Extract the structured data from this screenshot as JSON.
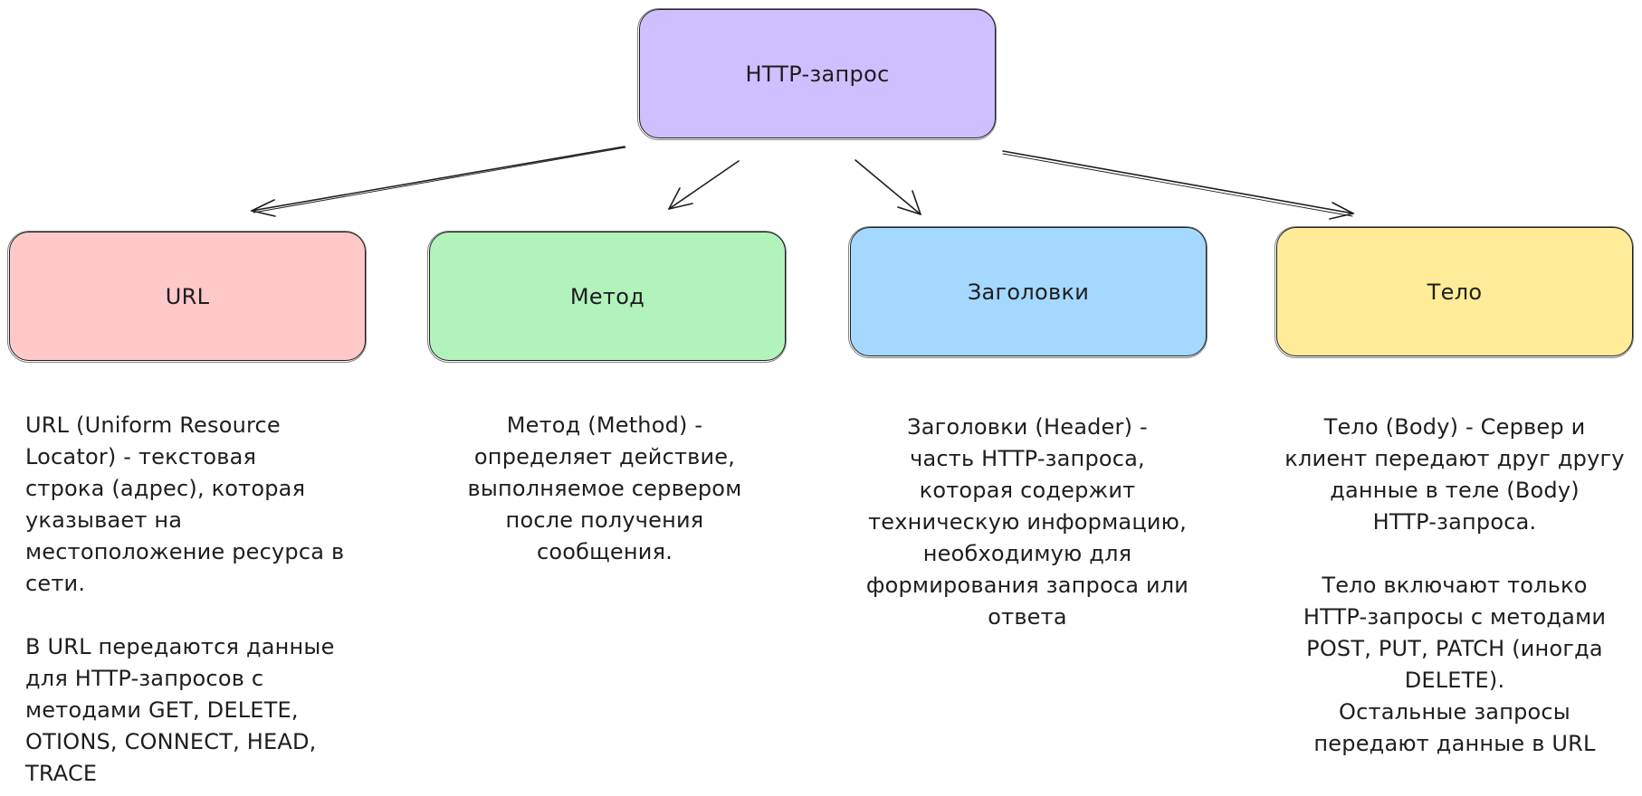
{
  "colors": {
    "stroke": "#1e1e1e",
    "root_fill": "#d0bfff",
    "url_fill": "#ffc9c9",
    "method_fill": "#b2f2bb",
    "headers_fill": "#a5d8ff",
    "body_fill": "#ffec99"
  },
  "nodes": {
    "root": {
      "label": "HTTP-запрос"
    },
    "url": {
      "label": "URL"
    },
    "method": {
      "label": "Метод"
    },
    "headers": {
      "label": "Заголовки"
    },
    "body": {
      "label": "Тело"
    }
  },
  "descriptions": {
    "url": "URL (Uniform Resource\nLocator) - текстовая\nстрока (адрес), которая\nуказывает на\nместоположение ресурса в\nсети.\n\nВ URL передаются данные\nдля HTTP-запросов с\nметодами GET, DELETE,\nOTIONS, CONNECT, HEAD,\nTRACE",
    "method": "Метод (Method) -\nопределяет действие,\nвыполняемое сервером\nпосле получения\nсообщения.",
    "headers": "Заголовки (Header) -\nчасть HTTP-запроса,\nкоторая содержит\nтехническую информацию,\nнеобходимую для\nформирования запроса или\nответа",
    "body": "Тело (Body) - Сервер и\nклиент передают друг другу\nданные в теле (Body)\nHTTP-запроса.\n\nТело включают только\nHTTP-запросы с методами\nPOST, PUT, PATCH (иногда\nDELETE).\nОстальные запросы\nпередают данные в URL"
  },
  "edges": [
    {
      "from": "root",
      "to": "url"
    },
    {
      "from": "root",
      "to": "method"
    },
    {
      "from": "root",
      "to": "headers"
    },
    {
      "from": "root",
      "to": "body"
    }
  ]
}
